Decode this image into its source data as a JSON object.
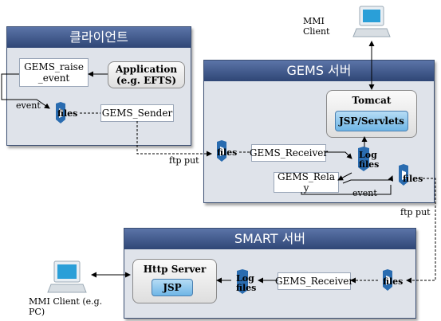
{
  "client_panel": {
    "title": "클라이언트"
  },
  "gems_panel": {
    "title": "GEMS 서버"
  },
  "smart_panel": {
    "title": "SMART 서버"
  },
  "boxes": {
    "gems_raise_event": "GEMS_raise _event",
    "application": "Application (e.g. EFTS)",
    "gems_sender": "GEMS_Sender",
    "gems_receiver": "GEMS_Receiver",
    "gems_relay": "GEMS_Rela y",
    "tomcat": "Tomcat",
    "jsp_servlets": "JSP/Servlets",
    "smart_gems_receiver": "GEMS_Receiver",
    "http_server": "Http Server",
    "jsp": "JSP"
  },
  "labels": {
    "files_client": "files",
    "files_gems_in": "files",
    "files_gems_out": "files",
    "files_smart": "files",
    "log_files_gems": "Log files",
    "log_files_smart": "Log files",
    "event_client": "event",
    "event_gems": "event",
    "ftp_put_1": "ftp put",
    "ftp_put_2": "ftp put",
    "mmi_client_top": "MMI Client",
    "mmi_client_bottom": "MMI Client (e.g. PC)"
  },
  "icons": [
    "computer-icon",
    "files-stack-icon",
    "log-files-icon"
  ],
  "colors": {
    "panel_header": "#2f4675",
    "panel_bg": "#dfe3ea",
    "file_icon": "#2a6cb0"
  }
}
